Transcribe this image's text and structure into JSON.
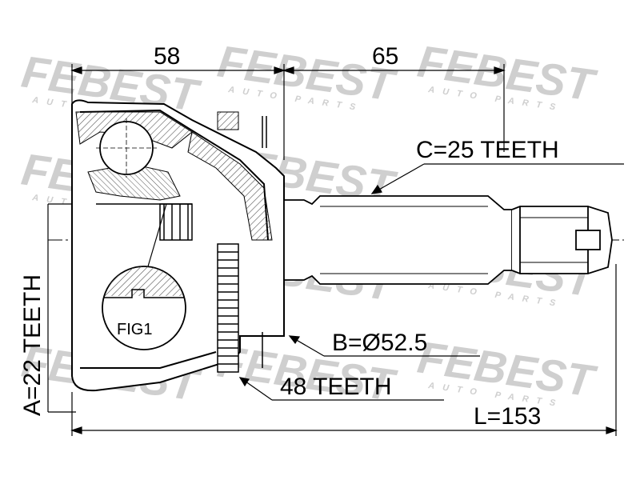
{
  "watermark": {
    "brand": "FEBEST",
    "sub": "AUTO PARTS",
    "color": "#cfcfcf"
  },
  "dimensions": {
    "top_left": "58",
    "top_right": "65",
    "overall_length": "L=153",
    "c_spline": "C=25 TEETH",
    "b_diameter": "B=Ø52.5",
    "abs_ring": "48 TEETH",
    "a_spline": "A=22 TEETH",
    "detail_label": "FIG1"
  },
  "colors": {
    "ink": "#000000",
    "hatch": "#555555"
  }
}
